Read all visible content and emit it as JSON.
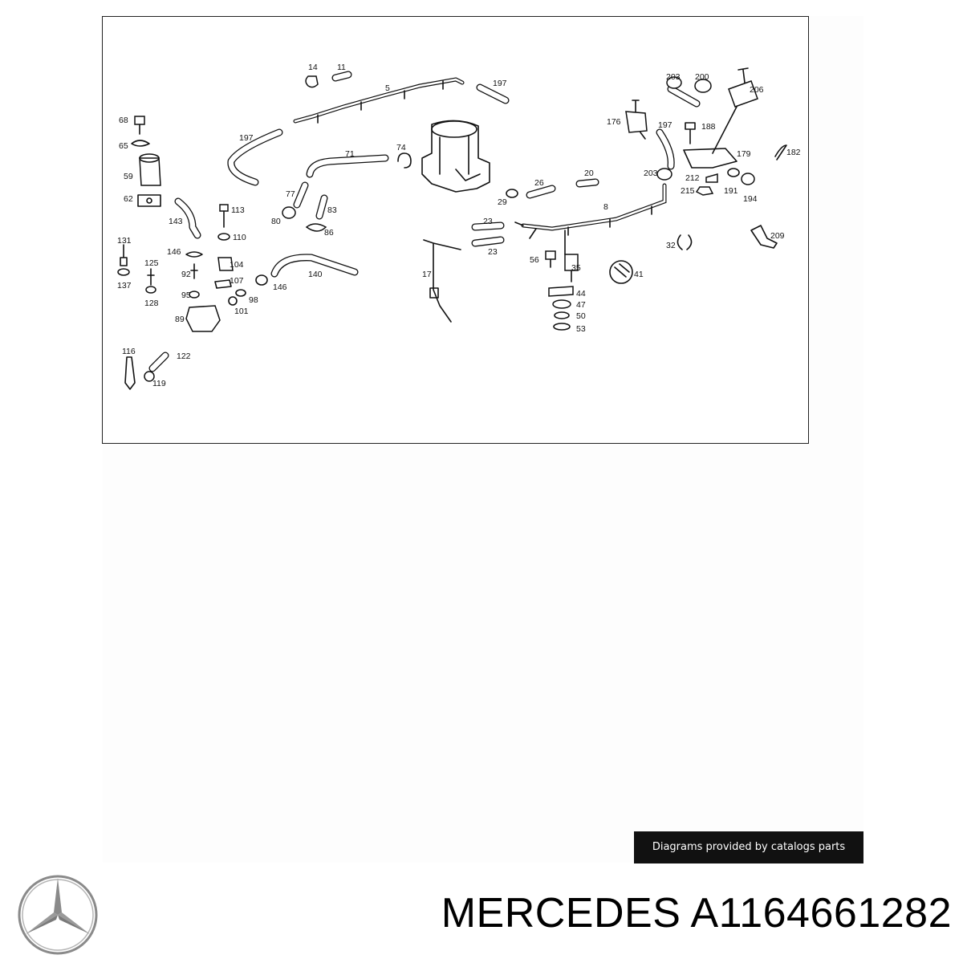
{
  "diagram": {
    "callouts": [
      "14",
      "11",
      "5",
      "197",
      "203",
      "200",
      "206",
      "68",
      "65",
      "59",
      "62",
      "197",
      "71",
      "74",
      "176",
      "197",
      "188",
      "179",
      "182",
      "77",
      "80",
      "83",
      "86",
      "26",
      "29",
      "20",
      "203",
      "212",
      "215",
      "191",
      "194",
      "143",
      "113",
      "110",
      "8",
      "23",
      "23",
      "131",
      "137",
      "125",
      "128",
      "146",
      "104",
      "92",
      "107",
      "95",
      "146",
      "140",
      "98",
      "101",
      "89",
      "17",
      "56",
      "35",
      "41",
      "44",
      "47",
      "50",
      "53",
      "32",
      "209",
      "116",
      "122",
      "119"
    ]
  },
  "credit": {
    "text": "Diagrams provided by catalogs parts"
  },
  "brand": {
    "logo_icon": "mercedes-star-icon",
    "title": "MERCEDES A1164661282"
  },
  "colors": {
    "ink": "#111111",
    "credit_bg": "#111111",
    "logo_gray": "#8a8a8a"
  }
}
